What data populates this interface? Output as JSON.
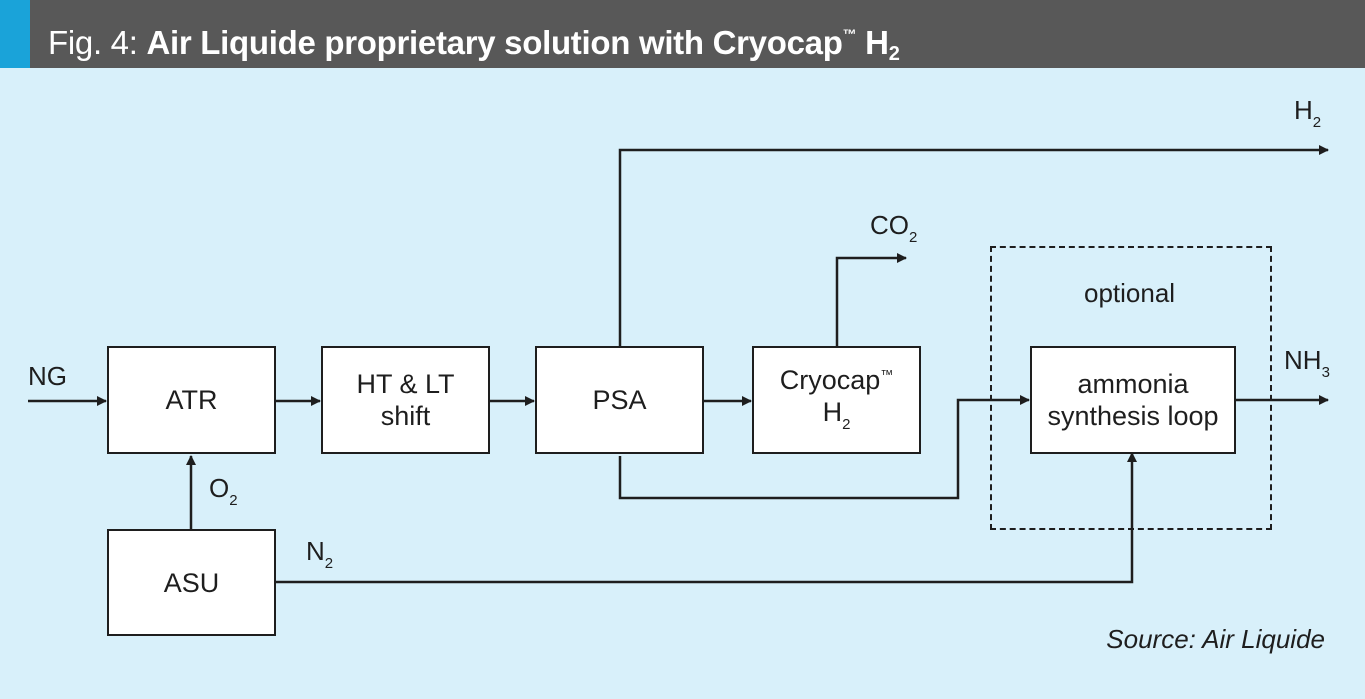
{
  "header": {
    "fig_label": "Fig. 4:",
    "title_main": "Air Liquide proprietary solution with Cryocap",
    "title_tm": "™",
    "title_h": "H",
    "title_sub": "2",
    "accent_color": "#1aa3d9",
    "bar_color": "#585858"
  },
  "nodes": {
    "atr": "ATR",
    "shift_line1": "HT & LT",
    "shift_line2": "shift",
    "psa": "PSA",
    "cryocap_line1": "Cryocap",
    "cryocap_tm": "™",
    "cryocap_line2": "H",
    "cryocap_sub": "2",
    "ammonia_line1": "ammonia",
    "ammonia_line2": "synthesis loop",
    "asu": "ASU"
  },
  "labels": {
    "ng": "NG",
    "o2_main": "O",
    "o2_sub": "2",
    "n2_main": "N",
    "n2_sub": "2",
    "co2_main": "CO",
    "co2_sub": "2",
    "h2_main": "H",
    "h2_sub": "2",
    "nh3_main": "NH",
    "nh3_sub": "3",
    "optional": "optional"
  },
  "source": "Source: Air Liquide",
  "background_color": "#d8f0fa"
}
